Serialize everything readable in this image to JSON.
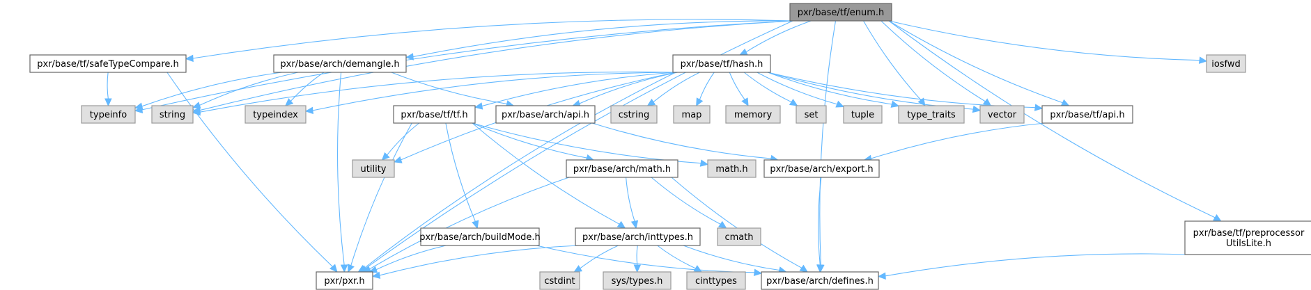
{
  "diagram": {
    "type": "include-dependency-graph",
    "colors": {
      "root_fill": "#999999",
      "root_stroke": "#666666",
      "project_fill": "#ffffff",
      "project_stroke": "#666666",
      "system_fill": "#e0e0e0",
      "system_stroke": "#999999",
      "edge": "#63b8ff"
    },
    "nodes": [
      {
        "id": "enum",
        "label": "pxr/base/tf/enum.h",
        "kind": "root"
      },
      {
        "id": "safeTypeCompare",
        "label": "pxr/base/tf/safeTypeCompare.h",
        "kind": "project"
      },
      {
        "id": "demangle",
        "label": "pxr/base/arch/demangle.h",
        "kind": "project"
      },
      {
        "id": "hash",
        "label": "pxr/base/tf/hash.h",
        "kind": "project"
      },
      {
        "id": "iosfwd",
        "label": "iosfwd",
        "kind": "system"
      },
      {
        "id": "typeinfo",
        "label": "typeinfo",
        "kind": "system"
      },
      {
        "id": "string",
        "label": "string",
        "kind": "system"
      },
      {
        "id": "typeindex",
        "label": "typeindex",
        "kind": "system"
      },
      {
        "id": "tf",
        "label": "pxr/base/tf/tf.h",
        "kind": "project"
      },
      {
        "id": "archapi",
        "label": "pxr/base/arch/api.h",
        "kind": "project"
      },
      {
        "id": "cstring",
        "label": "cstring",
        "kind": "system"
      },
      {
        "id": "map",
        "label": "map",
        "kind": "system"
      },
      {
        "id": "memory",
        "label": "memory",
        "kind": "system"
      },
      {
        "id": "set",
        "label": "set",
        "kind": "system"
      },
      {
        "id": "tuple",
        "label": "tuple",
        "kind": "system"
      },
      {
        "id": "type_traits",
        "label": "type_traits",
        "kind": "system"
      },
      {
        "id": "vector",
        "label": "vector",
        "kind": "system"
      },
      {
        "id": "tfapi",
        "label": "pxr/base/tf/api.h",
        "kind": "project"
      },
      {
        "id": "utility",
        "label": "utility",
        "kind": "system"
      },
      {
        "id": "mathh",
        "label": "math.h",
        "kind": "system"
      },
      {
        "id": "archmath",
        "label": "pxr/base/arch/math.h",
        "kind": "project"
      },
      {
        "id": "export",
        "label": "pxr/base/arch/export.h",
        "kind": "project"
      },
      {
        "id": "buildMode",
        "label": "pxr/base/arch/buildMode.h",
        "kind": "project"
      },
      {
        "id": "inttypes",
        "label": "pxr/base/arch/inttypes.h",
        "kind": "project"
      },
      {
        "id": "cmath",
        "label": "cmath",
        "kind": "system"
      },
      {
        "id": "preproc",
        "label": "pxr/base/tf/preprocessor\nUtilsLite.h",
        "label_lines": [
          "pxr/base/tf/preprocessor",
          "UtilsLite.h"
        ],
        "kind": "project"
      },
      {
        "id": "pxr",
        "label": "pxr/pxr.h",
        "kind": "project"
      },
      {
        "id": "cstdint",
        "label": "cstdint",
        "kind": "system"
      },
      {
        "id": "systypes",
        "label": "sys/types.h",
        "kind": "system"
      },
      {
        "id": "cinttypes",
        "label": "cinttypes",
        "kind": "system"
      },
      {
        "id": "defines",
        "label": "pxr/base/arch/defines.h",
        "kind": "project"
      }
    ],
    "edges": [
      [
        "enum",
        "pxr"
      ],
      [
        "enum",
        "safeTypeCompare"
      ],
      [
        "enum",
        "typeinfo"
      ],
      [
        "enum",
        "string"
      ],
      [
        "enum",
        "demangle"
      ],
      [
        "enum",
        "hash"
      ],
      [
        "enum",
        "iosfwd"
      ],
      [
        "enum",
        "type_traits"
      ],
      [
        "enum",
        "vector"
      ],
      [
        "enum",
        "tfapi"
      ],
      [
        "enum",
        "defines"
      ],
      [
        "enum",
        "preproc"
      ],
      [
        "safeTypeCompare",
        "typeinfo"
      ],
      [
        "safeTypeCompare",
        "pxr"
      ],
      [
        "demangle",
        "typeinfo"
      ],
      [
        "demangle",
        "string"
      ],
      [
        "demangle",
        "typeindex"
      ],
      [
        "demangle",
        "pxr"
      ],
      [
        "demangle",
        "archapi"
      ],
      [
        "hash",
        "string"
      ],
      [
        "hash",
        "typeindex"
      ],
      [
        "hash",
        "tf"
      ],
      [
        "hash",
        "archapi"
      ],
      [
        "hash",
        "cstring"
      ],
      [
        "hash",
        "map"
      ],
      [
        "hash",
        "memory"
      ],
      [
        "hash",
        "set"
      ],
      [
        "hash",
        "tuple"
      ],
      [
        "hash",
        "type_traits"
      ],
      [
        "hash",
        "vector"
      ],
      [
        "hash",
        "tfapi"
      ],
      [
        "hash",
        "utility"
      ],
      [
        "hash",
        "pxr"
      ],
      [
        "tf",
        "utility"
      ],
      [
        "tf",
        "pxr"
      ],
      [
        "tf",
        "archmath"
      ],
      [
        "tf",
        "mathh"
      ],
      [
        "tf",
        "buildMode"
      ],
      [
        "tf",
        "inttypes"
      ],
      [
        "archapi",
        "export"
      ],
      [
        "tfapi",
        "export"
      ],
      [
        "export",
        "defines"
      ],
      [
        "archmath",
        "pxr"
      ],
      [
        "archmath",
        "inttypes"
      ],
      [
        "archmath",
        "cmath"
      ],
      [
        "archmath",
        "defines"
      ],
      [
        "buildMode",
        "pxr"
      ],
      [
        "buildMode",
        "defines"
      ],
      [
        "inttypes",
        "pxr"
      ],
      [
        "inttypes",
        "cstdint"
      ],
      [
        "inttypes",
        "systypes"
      ],
      [
        "inttypes",
        "cinttypes"
      ],
      [
        "inttypes",
        "defines"
      ],
      [
        "preproc",
        "defines"
      ]
    ]
  }
}
